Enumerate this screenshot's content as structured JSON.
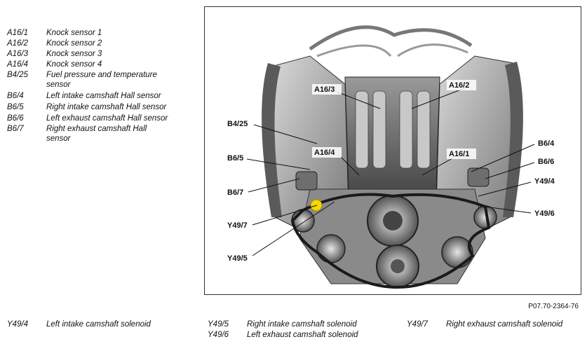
{
  "legend_top": [
    {
      "code": "A16/1",
      "desc": "Knock sensor 1"
    },
    {
      "code": "A16/2",
      "desc": "Knock sensor 2"
    },
    {
      "code": "A16/3",
      "desc": "Knock sensor 3"
    },
    {
      "code": "A16/4",
      "desc": "Knock sensor 4"
    },
    {
      "code": "B4/25",
      "desc": "Fuel pressure and temperature sensor"
    },
    {
      "code": "B6/4",
      "desc": "Left intake camshaft Hall sensor"
    },
    {
      "code": "B6/5",
      "desc": "Right intake camshaft Hall sensor"
    },
    {
      "code": "B6/6",
      "desc": "Left exhaust camshaft Hall sensor"
    },
    {
      "code": "B6/7",
      "desc": "Right exhaust camshaft Hall sensor"
    }
  ],
  "callouts": {
    "a16_3": "A16/3",
    "a16_2": "A16/2",
    "b4_25": "B4/25",
    "b6_5": "B6/5",
    "a16_4": "A16/4",
    "a16_1": "A16/1",
    "b6_4": "B6/4",
    "b6_6": "B6/6",
    "b6_7": "B6/7",
    "y49_4": "Y49/4",
    "y49_7": "Y49/7",
    "y49_6": "Y49/6",
    "y49_5": "Y49/5"
  },
  "figure_ref": "P07.70-2364-76",
  "legend_bottom": [
    {
      "code": "Y49/4",
      "desc": "Left intake camshaft solenoid"
    },
    {
      "code": "Y49/5",
      "desc": "Right intake camshaft solenoid"
    },
    {
      "code": "Y49/6",
      "desc": "Left exhaust camshaft solenoid"
    },
    {
      "code": "Y49/7",
      "desc": "Right exhaust camshaft solenoid"
    }
  ],
  "colors": {
    "marker": "#f5d800",
    "engine_dark": "#3a3a3a",
    "engine_light": "#bdbdbd"
  }
}
